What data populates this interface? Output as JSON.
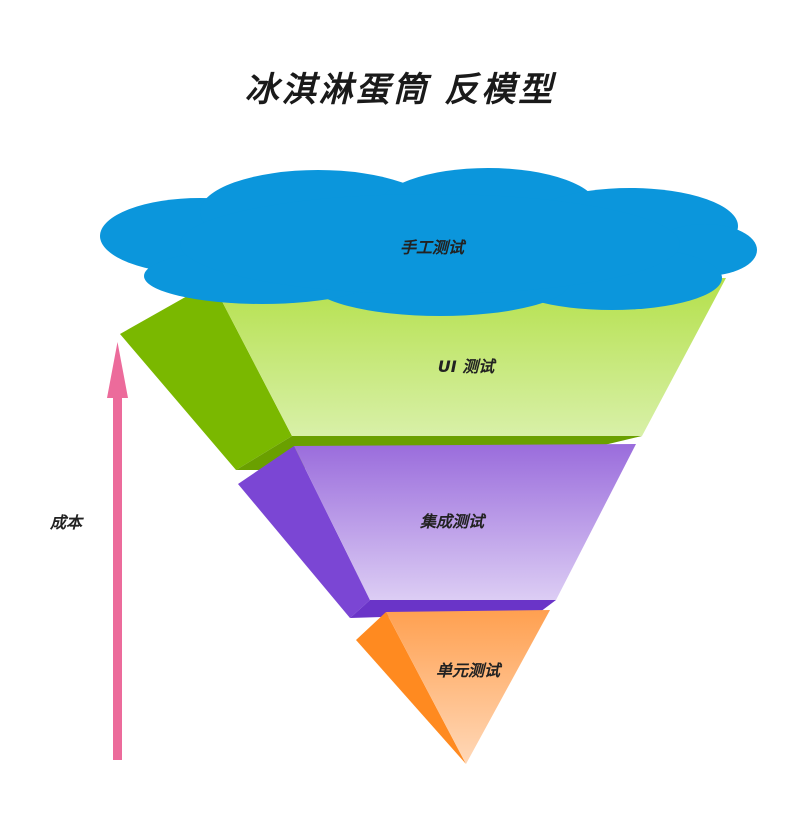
{
  "title": "冰淇淋蛋筒 反模型",
  "cloud": {
    "label": "手工测试",
    "color": "#0b96dc"
  },
  "layers": [
    {
      "id": "ui",
      "label": "UI 测试",
      "front_top": "#b4e04a",
      "front_bottom": "#d8f0a8",
      "side": "#7ab800",
      "edge": "#6aa000"
    },
    {
      "id": "integration",
      "label": "集成测试",
      "front_top": "#9a6cdc",
      "front_bottom": "#dccdf4",
      "side": "#7b46d4",
      "edge": "#6a34c8"
    },
    {
      "id": "unit",
      "label": "单元测试",
      "front_top": "#ffa050",
      "front_bottom": "#ffd8b8",
      "side": "#ff8a20",
      "edge": "#e07010"
    }
  ],
  "axis": {
    "label": "成本",
    "color": "#ec6b9b"
  }
}
